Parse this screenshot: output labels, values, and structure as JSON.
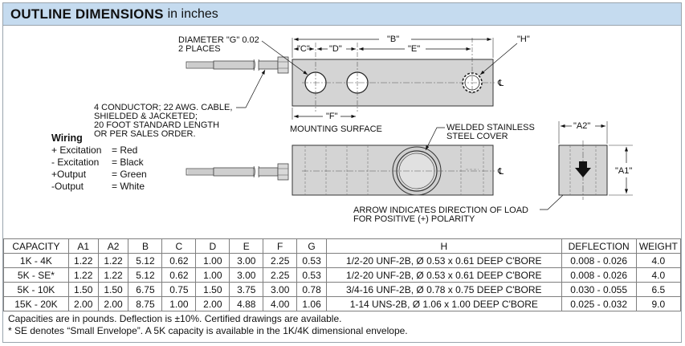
{
  "header": {
    "title_bold": "OUTLINE DIMENSIONS",
    "title_rest": "in inches"
  },
  "drawing": {
    "diameter_note": "DIAMETER \"G\" 0.02",
    "diameter_note_2": "2 PLACES",
    "label_b": "\"B\"",
    "label_c": "\"C\"",
    "label_d": "\"D\"",
    "label_e": "\"E\"",
    "label_h": "\"H\"",
    "label_f": "\"F\"",
    "label_a2": "\"A2\"",
    "label_a1": "\"A1\"",
    "centerline": "℄",
    "cable_note": [
      "4 CONDUCTOR; 22 AWG. CABLE,",
      "SHIELDED & JACKETED;",
      "20 FOOT STANDARD LENGTH",
      "OR PER SALES ORDER."
    ],
    "mounting_surface": "MOUNTING SURFACE",
    "welded_cover": [
      "WELDED STAINLESS",
      "STEEL COVER"
    ],
    "arrow_note": [
      "ARROW INDICATES DIRECTION OF LOAD",
      "FOR POSITIVE (+) POLARITY"
    ]
  },
  "wiring": {
    "title": "Wiring",
    "rows": [
      {
        "label": "+ Excitation",
        "value": "= Red"
      },
      {
        "label": "- Excitation",
        "value": "= Black"
      },
      {
        "label": "+Output",
        "value": "= Green"
      },
      {
        "label": "-Output",
        "value": "= White"
      }
    ]
  },
  "table": {
    "columns": [
      "CAPACITY",
      "A1",
      "A2",
      "B",
      "C",
      "D",
      "E",
      "F",
      "G",
      "H",
      "DEFLECTION",
      "WEIGHT"
    ],
    "rows": [
      [
        "1K - 4K",
        "1.22",
        "1.22",
        "5.12",
        "0.62",
        "1.00",
        "3.00",
        "2.25",
        "0.53",
        "1/2-20 UNF-2B, Ø 0.53 x 0.61 DEEP C'BORE",
        "0.008 - 0.026",
        "4.0"
      ],
      [
        "5K - SE*",
        "1.22",
        "1.22",
        "5.12",
        "0.62",
        "1.00",
        "3.00",
        "2.25",
        "0.53",
        "1/2-20 UNF-2B, Ø 0.53 x 0.61 DEEP C'BORE",
        "0.008 - 0.026",
        "4.0"
      ],
      [
        "5K - 10K",
        "1.50",
        "1.50",
        "6.75",
        "0.75",
        "1.50",
        "3.75",
        "3.00",
        "0.78",
        "3/4-16 UNF-2B, Ø 0.78 x 0.75 DEEP C'BORE",
        "0.030 - 0.055",
        "6.5"
      ],
      [
        "15K - 20K",
        "2.00",
        "2.00",
        "8.75",
        "1.00",
        "2.00",
        "4.88",
        "4.00",
        "1.06",
        "1-14 UNS-2B, Ø 1.06 x 1.00 DEEP C'BORE",
        "0.025 - 0.032",
        "9.0"
      ]
    ]
  },
  "notes": [
    "Capacities are in pounds. Deflection is ±10%. Certified drawings are available.",
    "* SE denotes “Small Envelope”. A 5K capacity is available in the 1K/4K dimensional envelope."
  ]
}
